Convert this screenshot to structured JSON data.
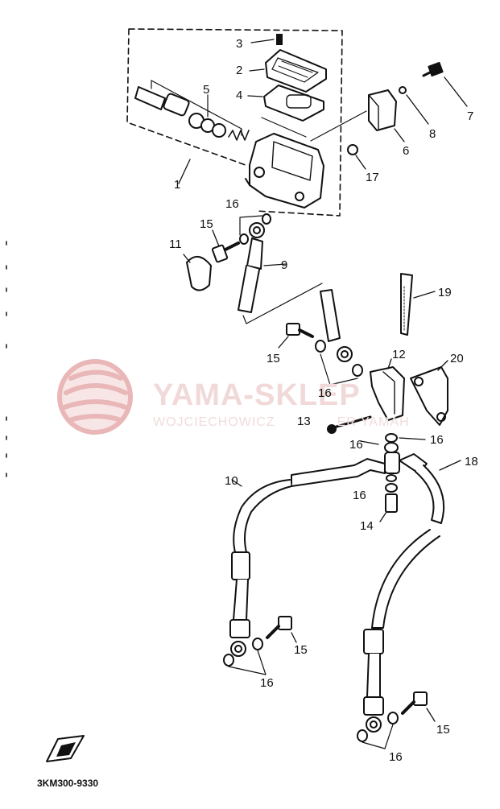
{
  "watermark": {
    "title": "YAMA-SKLEP",
    "subtitle": "WOJCIECHOWICZ",
    "subtitle_tail": "ER YAMAH",
    "logo_color": "#e9b7b7"
  },
  "code": "3KM300-9330",
  "labels": {
    "l1": "1",
    "l2": "2",
    "l3": "3",
    "l4": "4",
    "l5": "5",
    "l6": "6",
    "l7": "7",
    "l8": "8",
    "l9": "9",
    "l10": "10",
    "l11": "11",
    "l12": "12",
    "l13": "13",
    "l14": "14",
    "l15a": "15",
    "l15b": "15",
    "l15c": "15",
    "l15d": "15",
    "l16a": "16",
    "l16b": "16",
    "l16c": "16",
    "l16d": "16",
    "l16e": "16",
    "l16f": "16",
    "l16g": "16",
    "l17": "17",
    "l18": "18",
    "l19": "19",
    "l20": "20"
  },
  "colors": {
    "ink": "#111111",
    "background": "#ffffff"
  }
}
